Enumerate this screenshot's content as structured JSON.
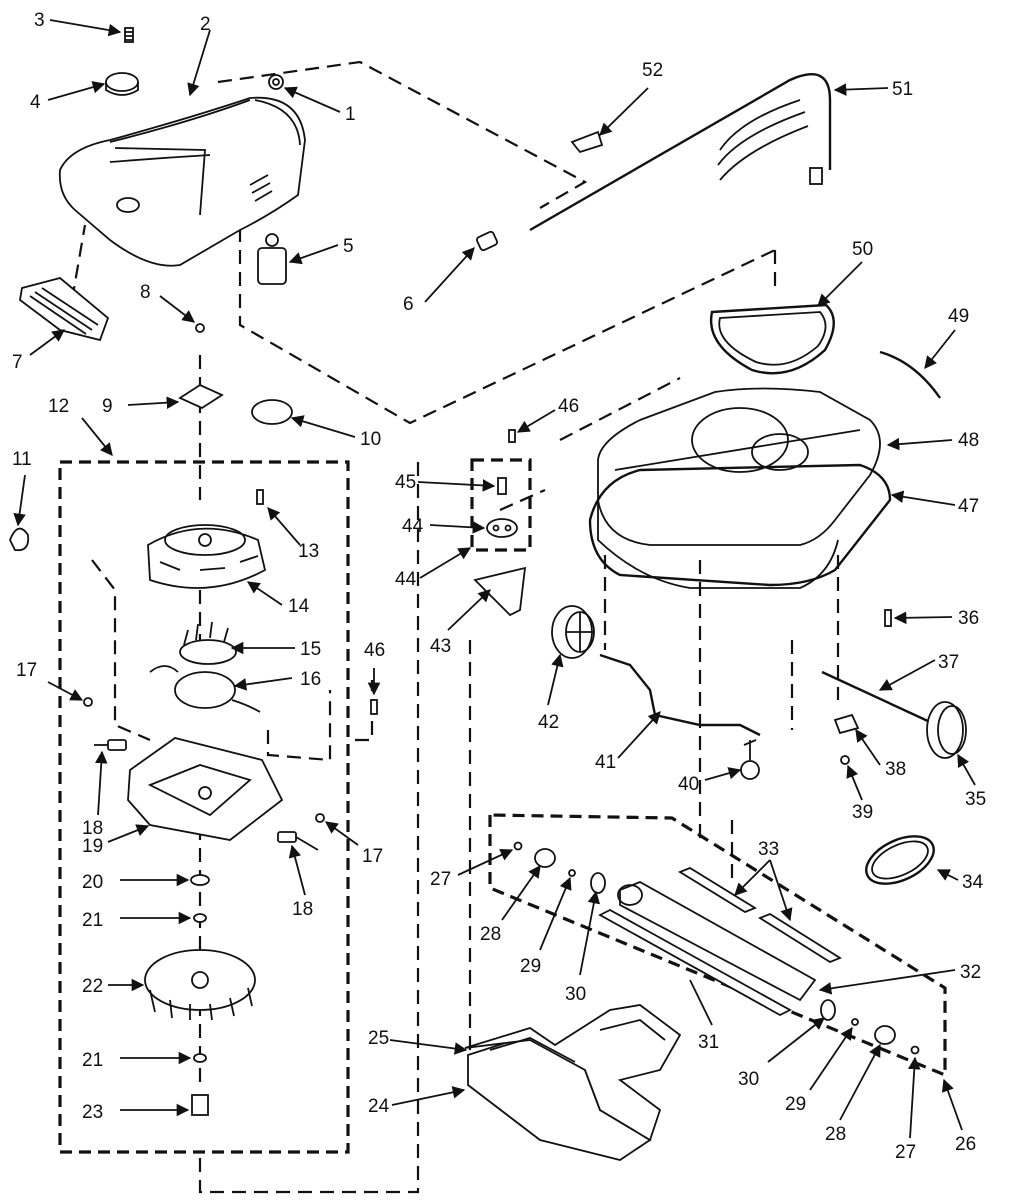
{
  "diagram": {
    "type": "exploded-parts-diagram",
    "callouts": [
      "1",
      "2",
      "3",
      "4",
      "5",
      "6",
      "7",
      "8",
      "9",
      "10",
      "11",
      "12",
      "13",
      "14",
      "15",
      "16",
      "17",
      "17",
      "18",
      "18",
      "19",
      "20",
      "21",
      "21",
      "22",
      "23",
      "24",
      "25",
      "26",
      "27",
      "27",
      "28",
      "28",
      "29",
      "29",
      "30",
      "30",
      "31",
      "32",
      "33",
      "34",
      "35",
      "36",
      "37",
      "38",
      "39",
      "40",
      "41",
      "42",
      "43",
      "44",
      "44",
      "45",
      "46",
      "46",
      "47",
      "48",
      "49",
      "50",
      "51",
      "52"
    ]
  }
}
